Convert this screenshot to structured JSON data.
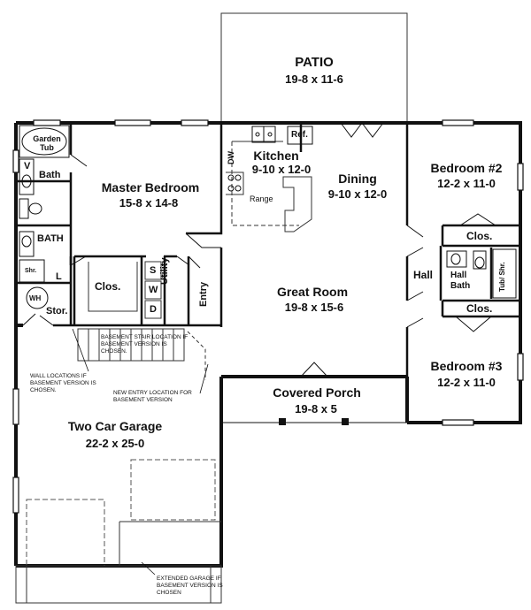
{
  "rooms": {
    "patio": {
      "name": "PATIO",
      "dim": "19-8 x 11-6"
    },
    "master": {
      "name": "Master Bedroom",
      "dim": "15-8 x 14-8"
    },
    "kitchen": {
      "name": "Kitchen",
      "dim": "9-10 x 12-0"
    },
    "dining": {
      "name": "Dining",
      "dim": "9-10 x 12-0"
    },
    "bedroom2": {
      "name": "Bedroom #2",
      "dim": "12-2 x 11-0"
    },
    "great_room": {
      "name": "Great Room",
      "dim": "19-8 x 15-6"
    },
    "bedroom3": {
      "name": "Bedroom #3",
      "dim": "12-2 x 11-0"
    },
    "covered_porch": {
      "name": "Covered Porch",
      "dim": "19-8 x 5"
    },
    "garage": {
      "name": "Two Car Garage",
      "dim": "22-2 x 25-0"
    }
  },
  "small_labels": {
    "garden_tub": "Garden Tub",
    "v": "V",
    "bath": "Bath",
    "bath2": "BATH",
    "shr": "Shr.",
    "l": "L",
    "wh": "WH",
    "stor": "Stor.",
    "clos_master": "Clos.",
    "s": "S",
    "w": "W",
    "d": "D",
    "utility": "Utility",
    "entry": "Entry",
    "dw": "DW",
    "ref": "Ref.",
    "range": "Range",
    "clos_bed2": "Clos.",
    "hall": "Hall",
    "hall_bath": "Hall Bath",
    "tub_shr": "Tub/ Shr.",
    "clos_bed3": "Clos."
  },
  "notes": {
    "basement_stair": "BASEMENT STAIR LOCATION IF BASEMENT VERSION IS CHOSEN.",
    "wall_locations": "WALL LOCATIONS IF BASEMENT VERSION IS CHOSEN.",
    "new_entry": "NEW ENTRY LOCATION FOR BASEMENT VERSION",
    "extended_garage": "EXTENDED GARAGE IF BASEMENT VERSION IS CHOSEN"
  }
}
